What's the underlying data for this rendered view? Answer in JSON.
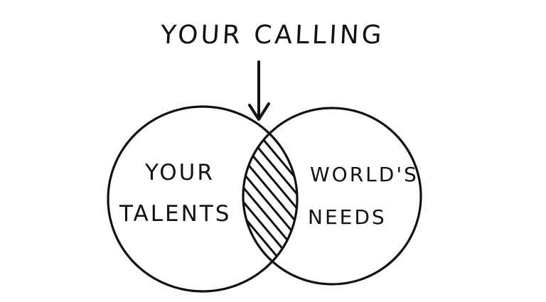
{
  "diagram": {
    "type": "venn",
    "title": "YOUR CALLING",
    "sets": [
      {
        "id": "left",
        "lines": [
          "YOUR",
          "TALENTS"
        ]
      },
      {
        "id": "right",
        "lines": [
          "WORLD'S",
          "NEEDS"
        ]
      }
    ],
    "intersection": {
      "label": "YOUR CALLING",
      "fill": "diagonal-hatch"
    },
    "colors": {
      "ink": "#111111",
      "background": "#ffffff"
    }
  }
}
